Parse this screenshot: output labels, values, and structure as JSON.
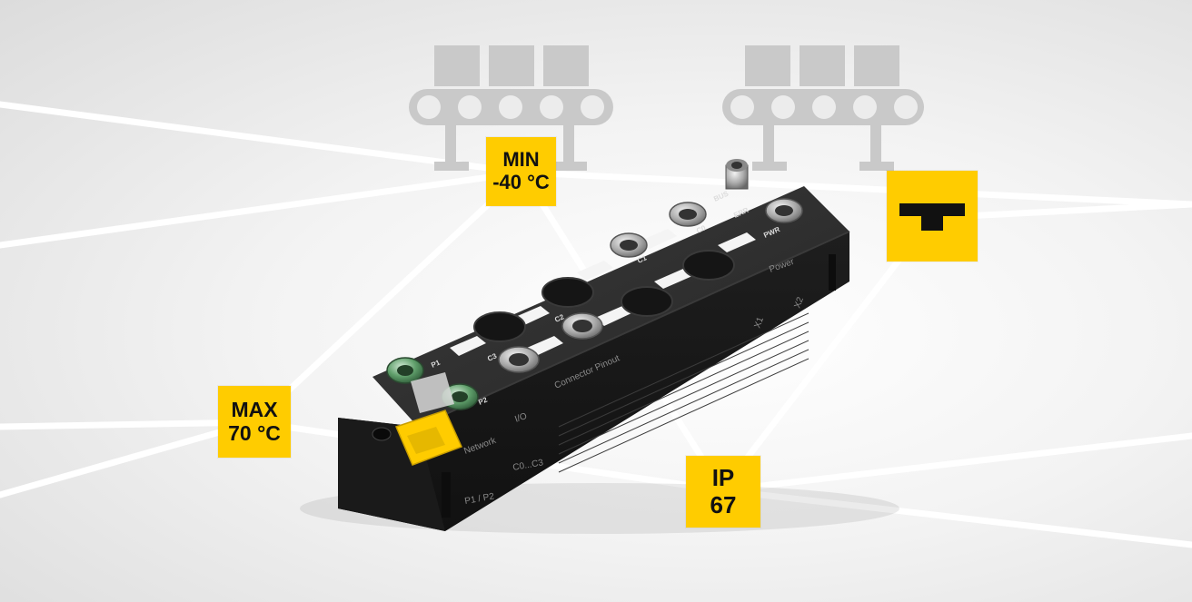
{
  "badges": {
    "min_temp": {
      "line1": "MIN",
      "line2": "-40 °C"
    },
    "max_temp": {
      "line1": "MAX",
      "line2": "70 °C"
    },
    "ip_rating": {
      "line1": "IP",
      "line2": "67"
    }
  },
  "logo": {
    "icon": "t-brand-icon"
  },
  "device_labels": {
    "network": "Network",
    "io": "I/O",
    "connector_pinout": "Connector Pinout",
    "power": "Power",
    "ports_p": "P1 / P2",
    "ports_c": "C0...C3",
    "x1": "X1",
    "x2": "X2",
    "p1": "P1",
    "p2": "P2",
    "c0": "C0",
    "c1": "C1",
    "c2": "C2",
    "c3": "C3",
    "bus": "BUS",
    "err": "ERR",
    "pwr": "PWR"
  },
  "colors": {
    "accent": "#ffcc00",
    "device_body": "#222222",
    "conveyor": "#c9c9c9",
    "connector_green": "#4f8f5b"
  }
}
